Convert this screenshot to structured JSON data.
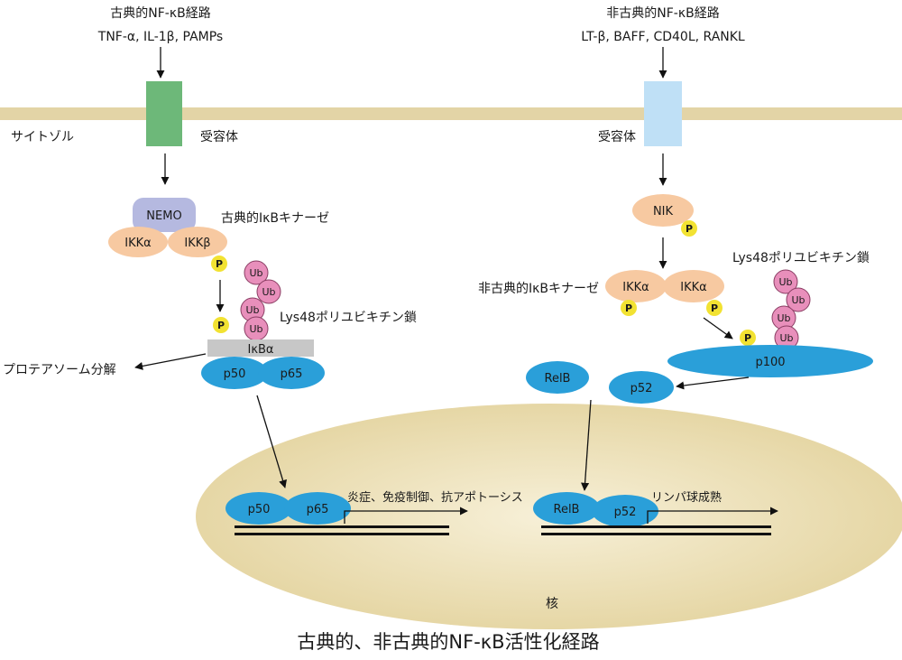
{
  "colors": {
    "membrane": "#e3d4a6",
    "receptor_green": "#6db879",
    "receptor_blue": "#bfe0f6",
    "nemo": "#b5b9e0",
    "ikk": "#f7c9a1",
    "phospho": "#f2e232",
    "ubiquitin": "#e88fbb",
    "ikba_bar": "#c7c7c7",
    "nfkb_blue": "#2a9fd9",
    "nucleus": "#e4d4a0",
    "dna": "#111111"
  },
  "labels": {
    "canonical_title": "古典的NF-κB経路",
    "canonical_ligands": "TNF-α, IL-1β, PAMPs",
    "noncanonical_title": "非古典的NF-κB経路",
    "noncanonical_ligands": "LT-β, BAFF, CD40L, RANKL",
    "cytosol": "サイトゾル",
    "receptor_left": "受容体",
    "receptor_right": "受容体",
    "nemo": "NEMO",
    "ikka": "IKKα",
    "ikkb": "IKKβ",
    "canonical_kinase": "古典的IκBキナーゼ",
    "phospho": "P",
    "ub": "Ub",
    "lys48_left": "Lys48ポリユビキチン鎖",
    "ikba": "IκBα",
    "proteasome": "プロテアソーム分解",
    "p50": "p50",
    "p65": "p65",
    "nik": "NIK",
    "noncanonical_kinase": "非古典的IκBキナーゼ",
    "ikka_r1": "IKKα",
    "ikka_r2": "IKKα",
    "lys48_right": "Lys48ポリユビキチン鎖",
    "p100": "p100",
    "relb": "RelB",
    "p52": "p52",
    "target_left": "炎症、免疫制御、抗アポトーシス",
    "target_right": "リンパ球成熟",
    "nucleus": "核",
    "caption": "古典的、非古典的NF-κB活性化経路"
  }
}
